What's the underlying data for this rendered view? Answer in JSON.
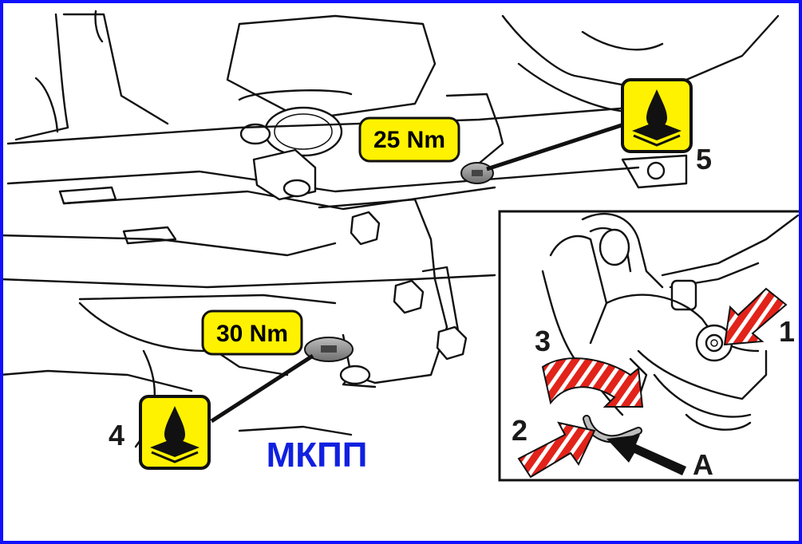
{
  "colors": {
    "frame": "#1010ff",
    "caption": "#1020e0",
    "badge_fill": "#fff200",
    "arrow_red": "#e2231a",
    "ink": "#111111"
  },
  "torque_labels": {
    "upper": "25 Nm",
    "lower": "30 Nm"
  },
  "callouts": {
    "upper_plug": "5",
    "lower_plug": "4",
    "detail_1": "1",
    "detail_2": "2",
    "detail_3": "3",
    "detail_a": "A"
  },
  "caption": "МКПП",
  "icons": {
    "upper_plug": "oil-drop-icon",
    "lower_plug": "oil-drop-icon"
  }
}
